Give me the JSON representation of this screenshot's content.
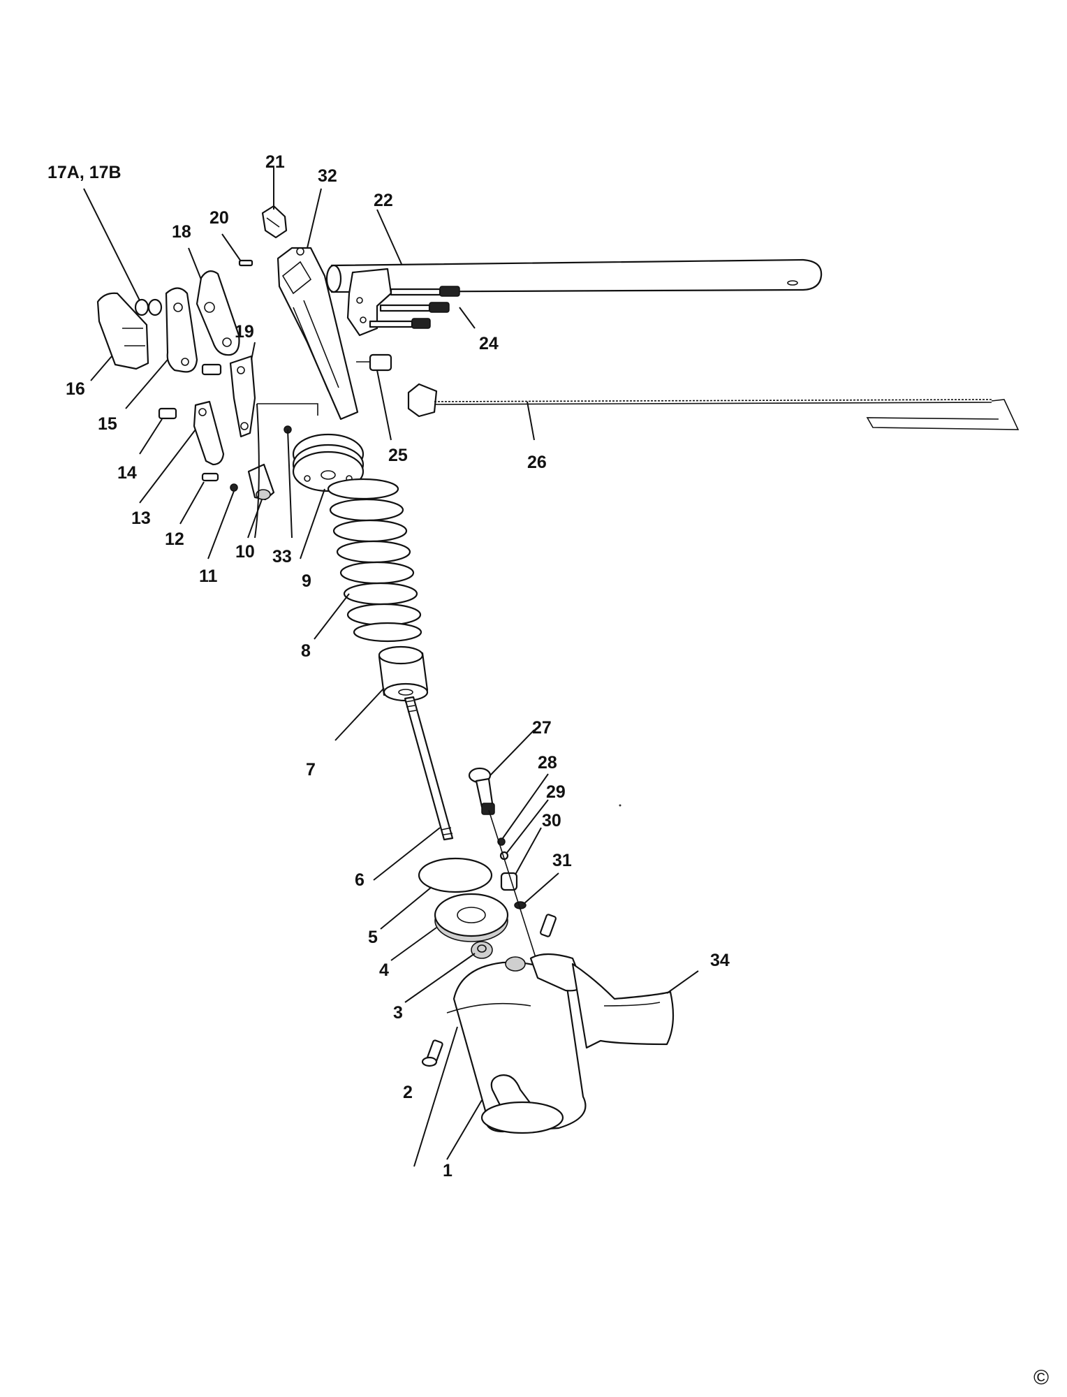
{
  "labels": [
    {
      "id": "17A, 17B"
    },
    {
      "id": "21"
    },
    {
      "id": "32"
    },
    {
      "id": "22"
    },
    {
      "id": "20"
    },
    {
      "id": "18"
    },
    {
      "id": "19"
    },
    {
      "id": "16"
    },
    {
      "id": "15"
    },
    {
      "id": "14"
    },
    {
      "id": "13"
    },
    {
      "id": "12"
    },
    {
      "id": "11"
    },
    {
      "id": "10"
    },
    {
      "id": "33"
    },
    {
      "id": "9"
    },
    {
      "id": "24"
    },
    {
      "id": "25"
    },
    {
      "id": "26"
    },
    {
      "id": "8"
    },
    {
      "id": "7"
    },
    {
      "id": "27"
    },
    {
      "id": "28"
    },
    {
      "id": "29"
    },
    {
      "id": "30"
    },
    {
      "id": "31"
    },
    {
      "id": "6"
    },
    {
      "id": "5"
    },
    {
      "id": "4"
    },
    {
      "id": "3"
    },
    {
      "id": "34"
    },
    {
      "id": "2"
    },
    {
      "id": "1"
    }
  ],
  "copyright_mark": "©"
}
